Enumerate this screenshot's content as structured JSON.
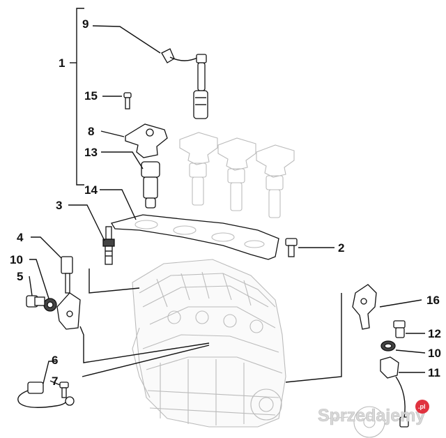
{
  "callouts": {
    "c1": "1",
    "c2": "2",
    "c3": "3",
    "c4": "4",
    "c5": "5",
    "c6": "6",
    "c7": "7",
    "c8": "8",
    "c9": "9",
    "c10a": "10",
    "c10b": "10",
    "c11": "11",
    "c12": "12",
    "c13": "13",
    "c14": "14",
    "c15": "15",
    "c16": "16"
  },
  "watermark": {
    "text": "Sprzedajemy",
    "badge": ".pl"
  }
}
